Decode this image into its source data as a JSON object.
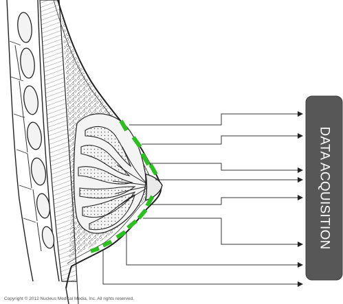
{
  "acquisition_box": {
    "label": "DATA ACQUISITION",
    "fill": "#575757",
    "text_color": "#ffffff"
  },
  "sensors": {
    "color": "#2bbf1f",
    "count": 10
  },
  "connections": {
    "count": 8,
    "line_color": "#333333"
  },
  "copyright": "Copyright © 2012 Nucleus Medical Media, Inc. All rights reserved."
}
